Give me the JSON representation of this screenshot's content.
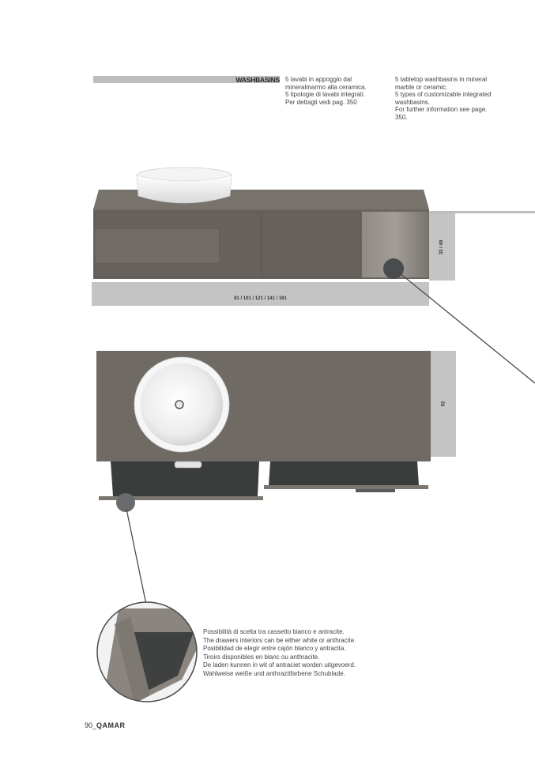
{
  "header": {
    "section_label": "WASHBASINS",
    "text_it": "5 lavabi in appoggio dal\nmineralmarmo alla ceramica.\n5 tipologie di lavabi integrati.\nPer dettagli vedi pag. 350",
    "text_en": "5 tabletop washbasins in mineral\nmarble or ceramic.\n5 types of customizable integrated\nwashbasins.\nFor further information see page.\n350."
  },
  "front_view": {
    "width_dims": "81 / 101 / 121 / 141 / 161",
    "height_dims": "33 / 49"
  },
  "top_view": {
    "depth_dim": "52"
  },
  "drawer_note": {
    "text": "Possibilità di scelta tra cassetto bianco e antracite.\nThe drawers interiors can be either white or anthracite.\nPosibilidad de elegir entre cajón blanco y antracita.\nTiroirs disponibles en blanc ou anthracite.\nDe laden kunnen in wit of antraciet worden uitgevoerd.\nWahlweise weiße und anthrazitfarbene Schublade."
  },
  "footer": {
    "page_number": "90",
    "brand": "QAMAR"
  },
  "colors": {
    "cabinet": "#6b6661",
    "drawer_dark": "#3b3d3c",
    "dim_band": "#c4c4c4"
  }
}
